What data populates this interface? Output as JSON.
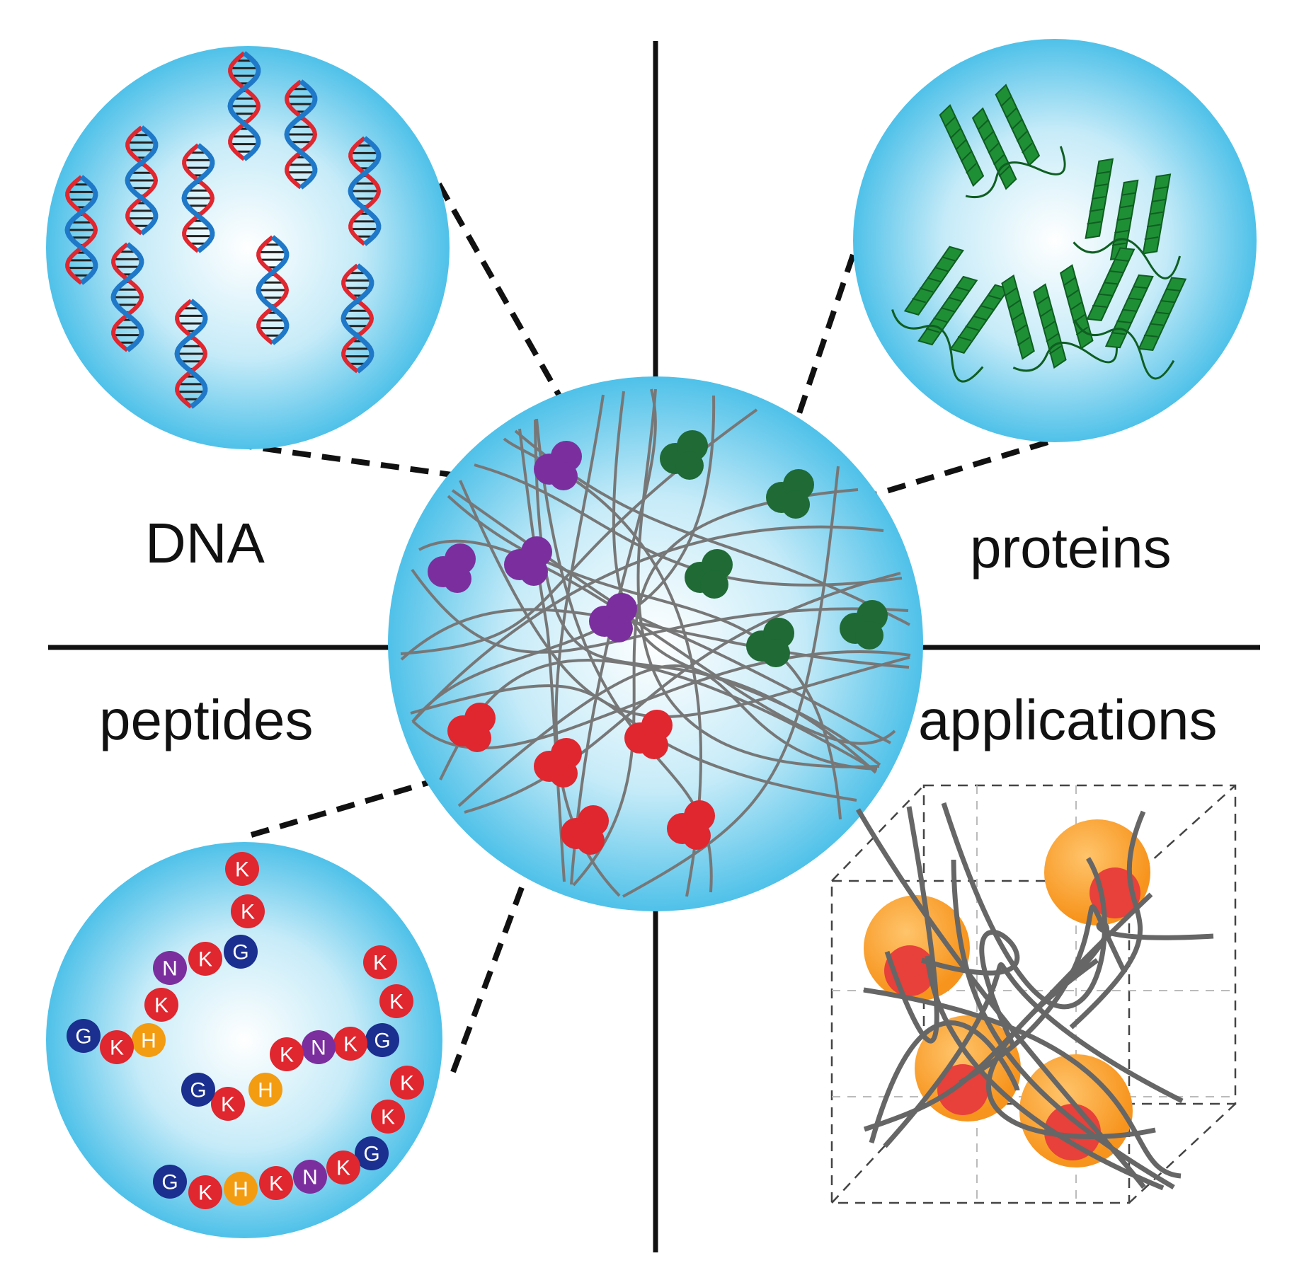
{
  "labels": {
    "dna": "DNA",
    "proteins": "proteins",
    "peptides": "peptides",
    "applications": "applications"
  },
  "colors": {
    "bubble_edge": "#4fc1e9",
    "bubble_center": "#ffffff",
    "dna_strand_blue": "#1f78c8",
    "dna_strand_red": "#e0262f",
    "protein_green": "#1f8f35",
    "cargo_purple": "#7b2f9e",
    "cargo_green": "#1f6a35",
    "cargo_red": "#e0262f",
    "polymer_gray": "#777777",
    "amino_K": "#e0262f",
    "amino_G": "#1a2f8f",
    "amino_N": "#7b2f9e",
    "amino_H": "#f39c12",
    "particle_orange": "#f7941d",
    "particle_core": "#e8403a"
  },
  "peptide_chains": [
    [
      "K",
      "K",
      "G",
      "K",
      "N",
      "K",
      "H",
      "K",
      "G"
    ],
    [
      "K",
      "K",
      "G",
      "K",
      "N",
      "K",
      "H",
      "K",
      "G"
    ],
    [
      "K",
      "K",
      "G",
      "K",
      "N",
      "K",
      "H",
      "K",
      "G"
    ]
  ]
}
